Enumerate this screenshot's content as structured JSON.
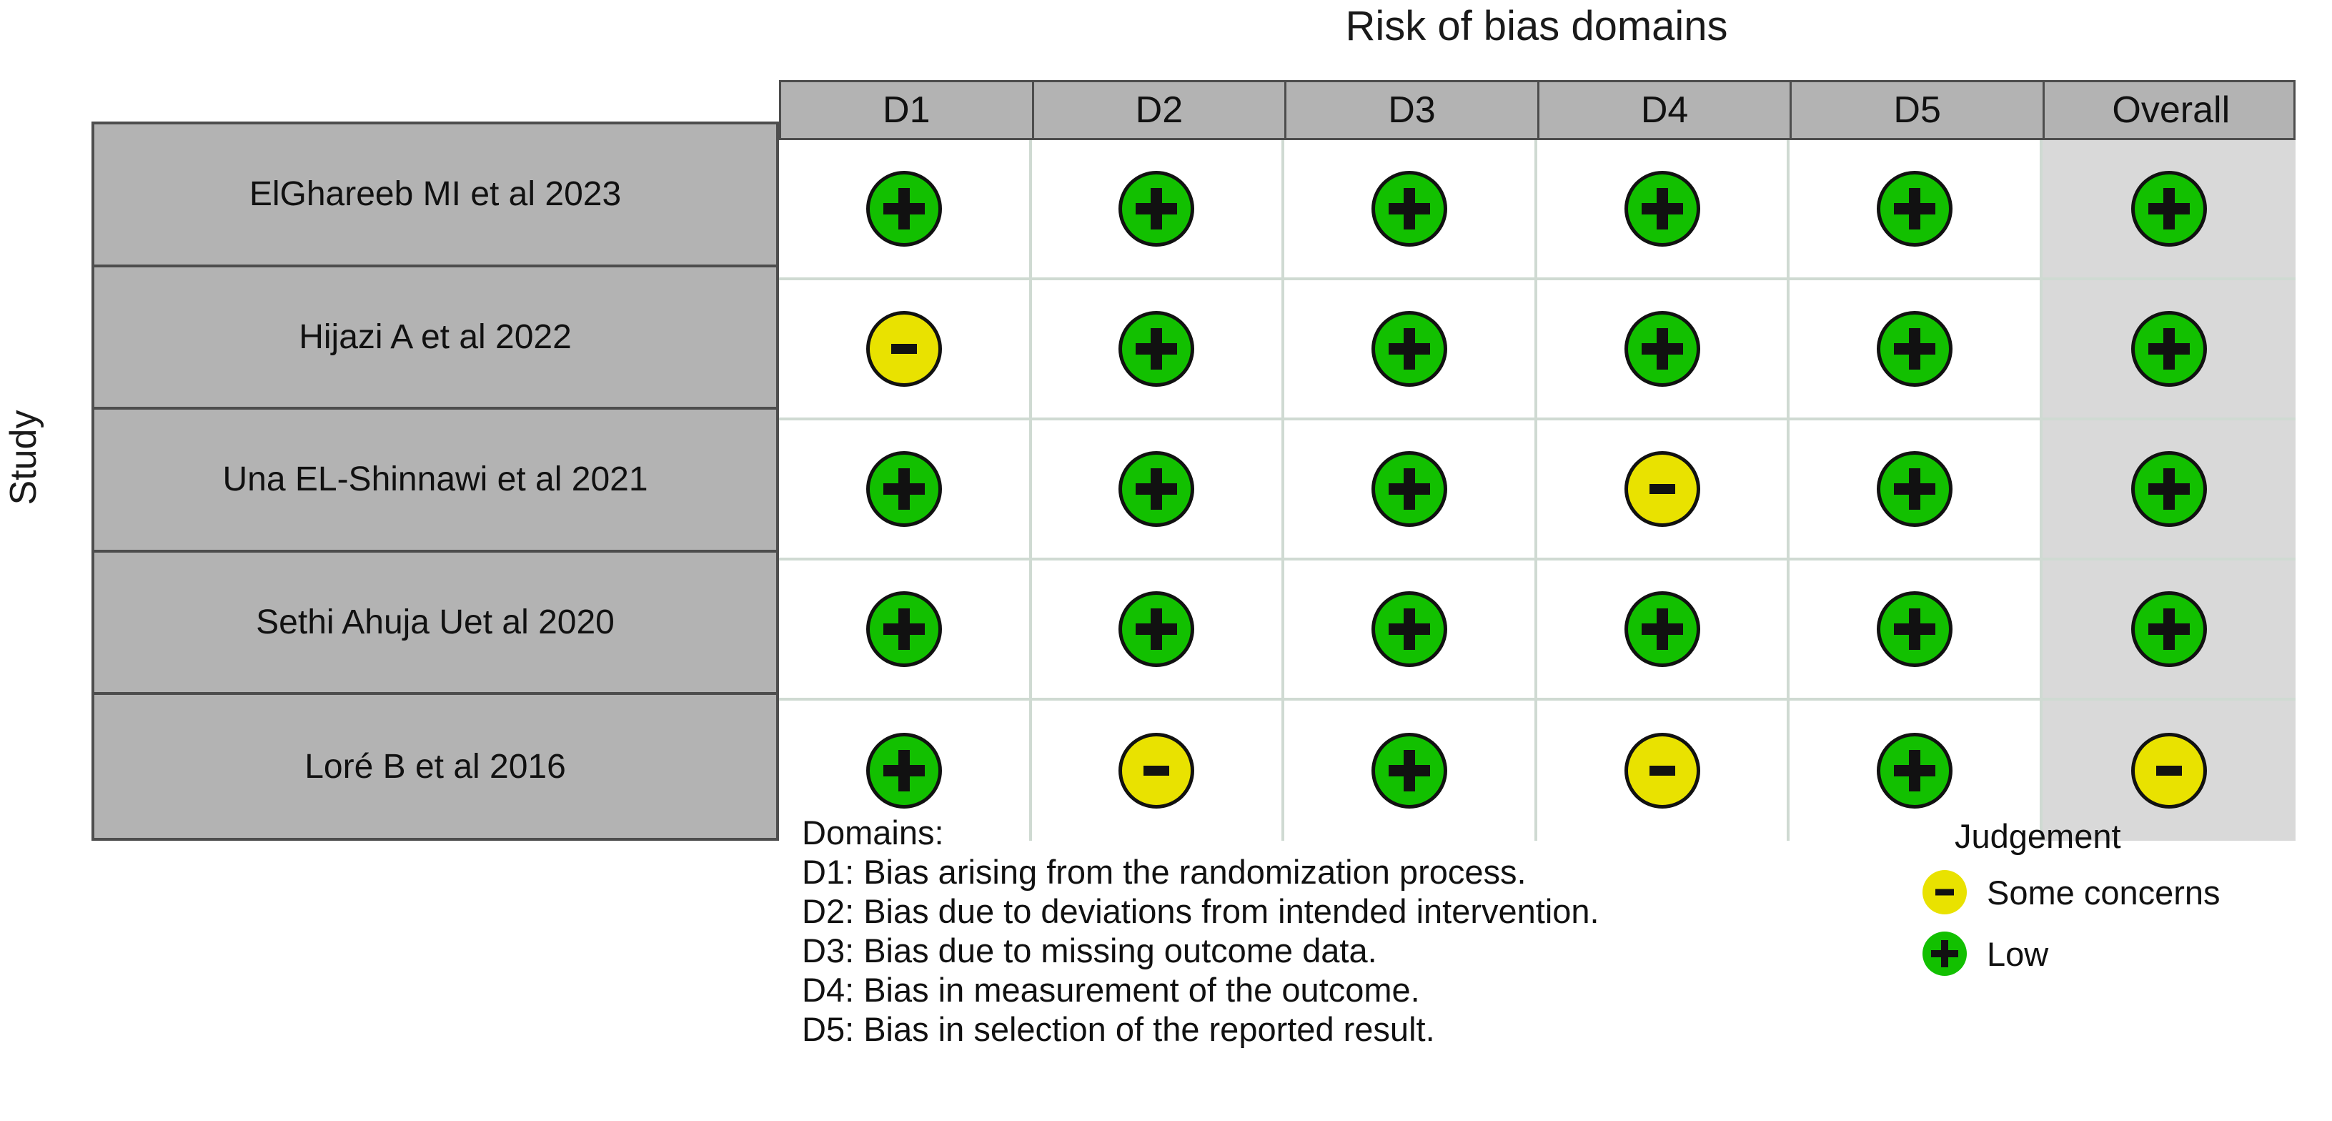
{
  "title": "Risk of bias domains",
  "axis_label_y": "Study",
  "chart_data": {
    "type": "heatmap",
    "title": "Risk of bias domains",
    "xlabel": "Risk of bias domains",
    "ylabel": "Study",
    "categories": [
      "D1",
      "D2",
      "D3",
      "D4",
      "D5",
      "Overall"
    ],
    "rows": [
      {
        "study": "ElGhareeb MI et al 2023",
        "values": [
          "Low",
          "Low",
          "Low",
          "Low",
          "Low",
          "Low"
        ],
        "symbols": [
          "+",
          "+",
          "+",
          "+",
          "+",
          "+"
        ]
      },
      {
        "study": "Hijazi A et al 2022",
        "values": [
          "Some concerns",
          "Low",
          "Low",
          "Low",
          "Low",
          "Low"
        ],
        "symbols": [
          "-",
          "+",
          "+",
          "+",
          "+",
          "+"
        ]
      },
      {
        "study": "Una EL-Shinnawi et al 2021",
        "values": [
          "Low",
          "Low",
          "Low",
          "Some concerns",
          "Low",
          "Low"
        ],
        "symbols": [
          "+",
          "+",
          "+",
          "-",
          "+",
          "+"
        ]
      },
      {
        "study": "Sethi Ahuja Uet al 2020",
        "values": [
          "Low",
          "Low",
          "Low",
          "Low",
          "Low",
          "Low"
        ],
        "symbols": [
          "+",
          "+",
          "+",
          "+",
          "+",
          "+"
        ]
      },
      {
        "study": "Loré B et al 2016",
        "values": [
          "Low",
          "Some concerns",
          "Low",
          "Some concerns",
          "Low",
          "Some concerns"
        ],
        "symbols": [
          "+",
          "-",
          "+",
          "-",
          "+",
          "-"
        ]
      }
    ],
    "legend_position": "bottom-right",
    "grid": true,
    "colors": {
      "low": "#12c000",
      "some_concerns": "#e9e200",
      "header_fill": "#b3b3b3",
      "overall_cell_fill": "#d9d9d9",
      "cell_fill": "#ffffff",
      "gridline": "#cfdad2",
      "border": "#4d4d4d"
    }
  },
  "header": {
    "columns": [
      "D1",
      "D2",
      "D3",
      "D4",
      "D5",
      "Overall"
    ]
  },
  "studies": [
    "ElGhareeb MI et al 2023",
    "Hijazi A et al 2022",
    "Una EL-Shinnawi et al 2021",
    "Sethi Ahuja Uet al 2020",
    "Loré B et al 2016"
  ],
  "domains_legend": [
    "Domains:",
    "D1: Bias arising from the randomization process.",
    "D2: Bias due to deviations from intended intervention.",
    "D3: Bias due to missing outcome data.",
    "D4: Bias in measurement of the outcome.",
    "D5: Bias in selection of the reported result."
  ],
  "judgement_legend": {
    "title": "Judgement",
    "items": [
      {
        "symbol": "-",
        "label": "Some concerns"
      },
      {
        "symbol": "+",
        "label": "Low"
      }
    ]
  }
}
